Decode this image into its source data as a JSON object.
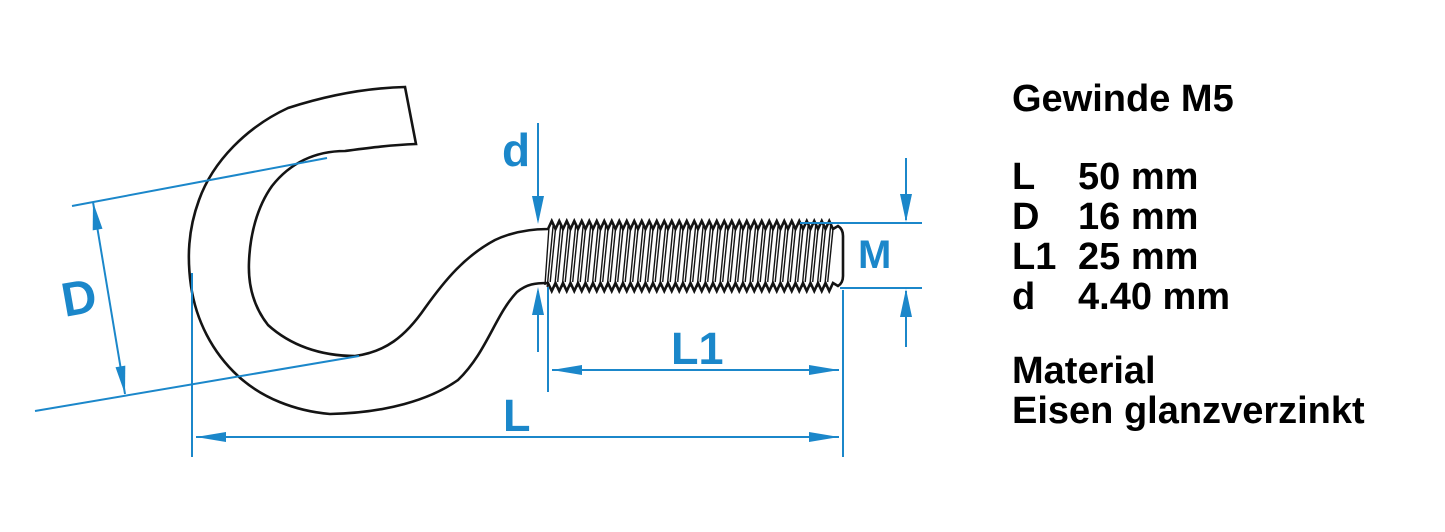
{
  "drawing": {
    "labels": {
      "d": "d",
      "D": "D",
      "M": "M",
      "L1": "L1",
      "L": "L"
    },
    "accent_color": "#1b87ca",
    "outline_color": "#141414"
  },
  "specs": {
    "title": "Gewinde M5",
    "rows": [
      {
        "label": "L",
        "value": "50 mm"
      },
      {
        "label": "D",
        "value": "16 mm"
      },
      {
        "label": "L1",
        "value": "25 mm"
      },
      {
        "label": "d",
        "value": "4.40 mm"
      }
    ],
    "material_heading": "Material",
    "material_value": "Eisen glanzverzinkt"
  }
}
